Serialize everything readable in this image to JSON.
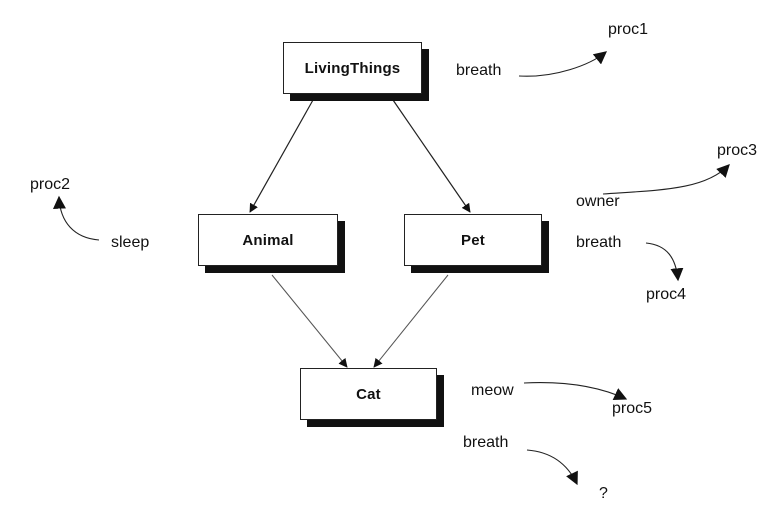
{
  "nodes": {
    "living_things": "LivingThings",
    "animal": "Animal",
    "pet": "Pet",
    "cat": "Cat"
  },
  "methods": {
    "living_things_breath": "breath",
    "animal_sleep": "sleep",
    "pet_owner": "owner",
    "pet_breath": "breath",
    "cat_meow": "meow",
    "cat_breath": "breath"
  },
  "procedures": {
    "proc1": "proc1",
    "proc2": "proc2",
    "proc3": "proc3",
    "proc4": "proc4",
    "proc5": "proc5",
    "unknown": "?"
  },
  "colors": {
    "line": "#222222",
    "shadow": "#111111",
    "text": "#111111"
  }
}
